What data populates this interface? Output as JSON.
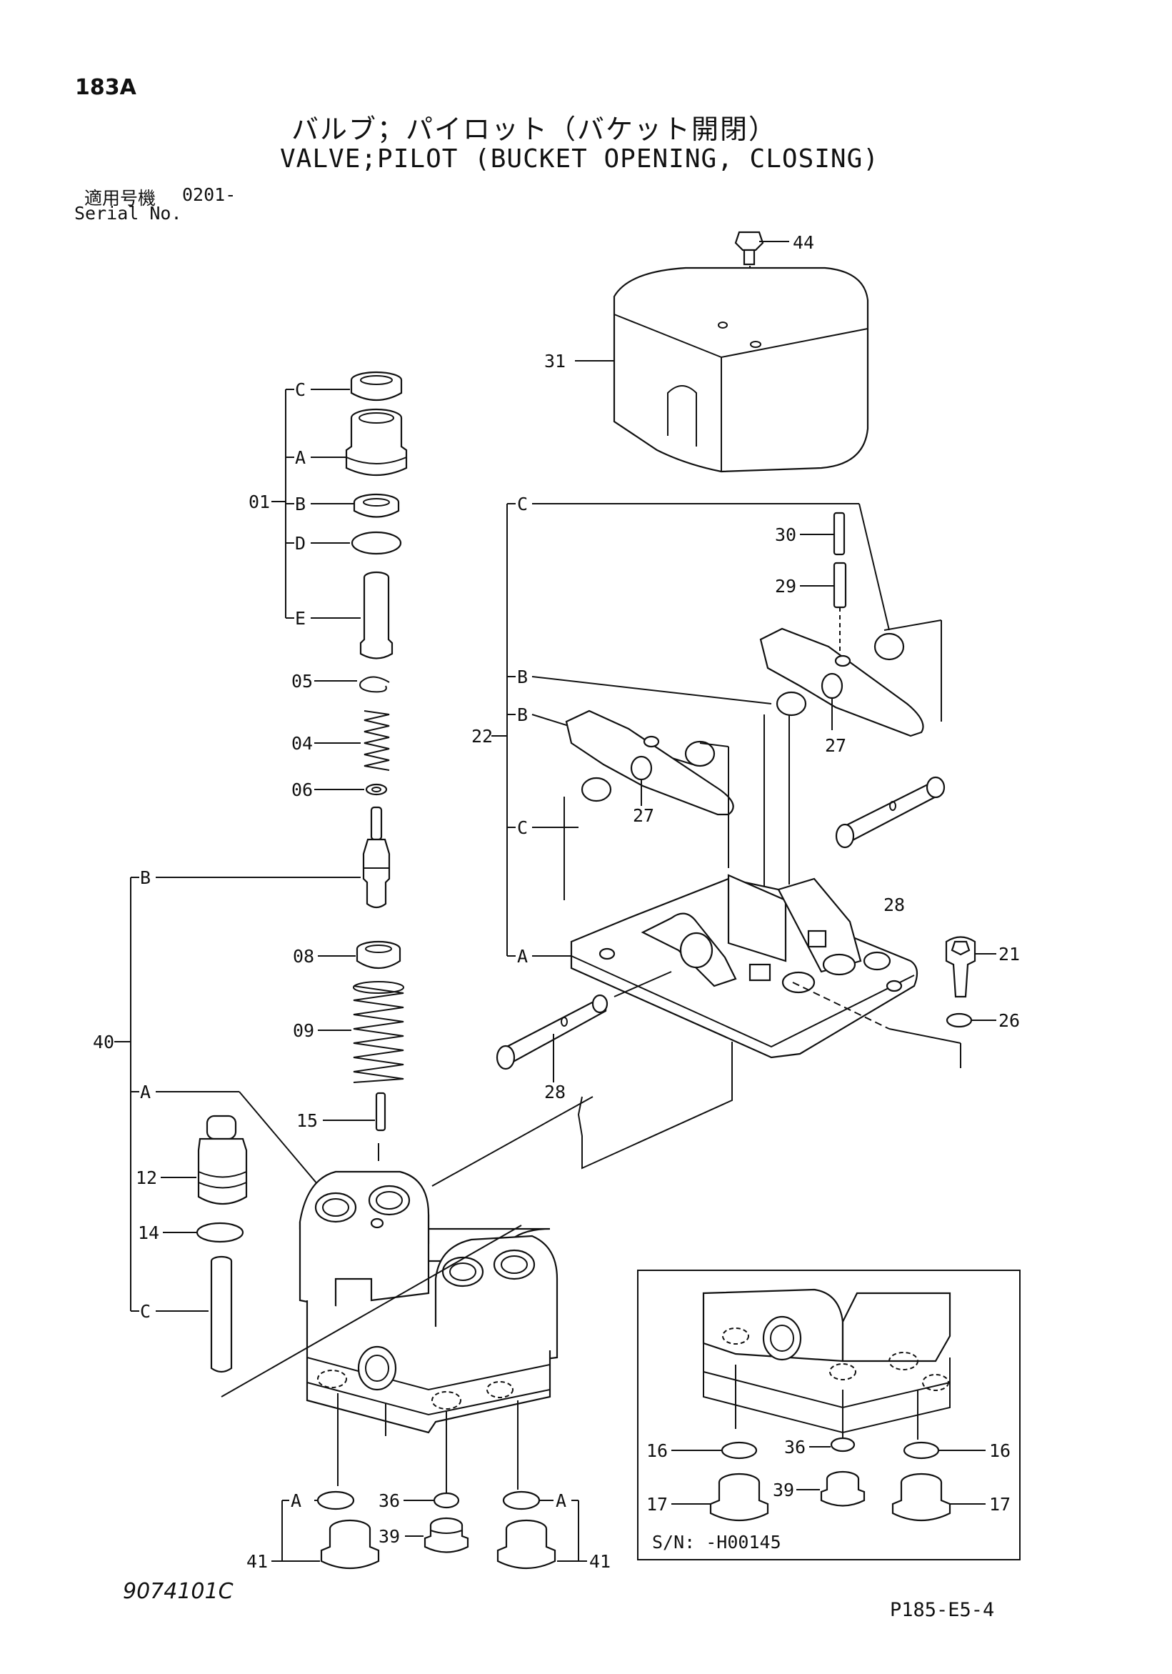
{
  "header": {
    "page_code": "183A",
    "title_jp": "バルブ；パイロット（バケット開閉）",
    "title_en": "VALVE;PILOT (BUCKET OPENING, CLOSING)",
    "serial_label_jp": "適用号機",
    "serial_range": "0201-",
    "serial_label_en": "Serial No."
  },
  "callouts": {
    "p44": "44",
    "p31": "31",
    "p30": "30",
    "p29": "29",
    "p22": "22",
    "p27a": "27",
    "p27b": "27",
    "p28a": "28",
    "p28b": "28",
    "p21": "21",
    "p26": "26",
    "g22_C1": "C",
    "g22_B1": "B",
    "g22_B2": "B",
    "g22_C2": "C",
    "g22_A": "A",
    "p01": "01",
    "g01_C": "C",
    "g01_A": "A",
    "g01_B": "B",
    "g01_D": "D",
    "g01_E": "E",
    "p05": "05",
    "p04": "04",
    "p06": "06",
    "p08": "08",
    "p09": "09",
    "p15": "15",
    "p12": "12",
    "p14": "14",
    "p40": "40",
    "g40_B": "B",
    "g40_A": "A",
    "g40_C": "C",
    "p36": "36",
    "p39": "39",
    "p41a": "41",
    "p41b": "41",
    "lowA1": "A",
    "lowA2": "A",
    "inset_16a": "16",
    "inset_36": "36",
    "inset_16b": "16",
    "inset_17a": "17",
    "inset_39": "39",
    "inset_17b": "17",
    "inset_serial": "S/N: -H00145"
  },
  "footer": {
    "drawing_no": "9074101C",
    "page_ref": "P185-E5-4"
  }
}
